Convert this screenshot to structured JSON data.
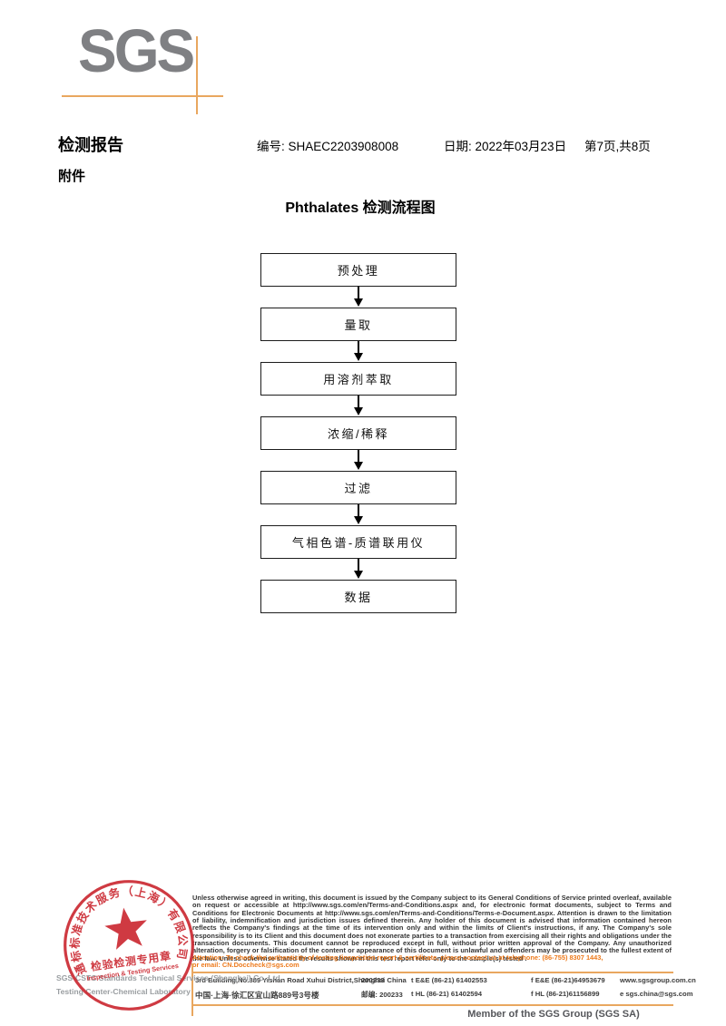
{
  "colors": {
    "logo_gray": "#7f8083",
    "accent_orange": "#e9a75f",
    "attention_orange": "#ed7a1c",
    "stamp_red": "#cb2a33"
  },
  "header": {
    "logo_text": "SGS",
    "report_title": "检测报告",
    "report_no": "编号: SHAEC2203908008",
    "date": "日期: 2022年03月23日",
    "page_info": "第7页,共8页",
    "attachment_label": "附件"
  },
  "flowchart": {
    "title": "Phthalates 检测流程图",
    "steps": [
      "预处理",
      "量取",
      "用溶剂萃取",
      "浓缩/稀释",
      "过滤",
      "气相色谱-质谱联用仪",
      "数据"
    ]
  },
  "stamp": {
    "ring_text": "通标标准技术服务（上海）有限公司",
    "center_line1": "检验检测专用章",
    "center_line2": "Inspection & Testing Services",
    "company_line1": "SGS-CSTC Standards Technical Services (Shanghai) Co.,Ltd.",
    "company_line2": "Testing Center-Chemical Laboratory"
  },
  "footer": {
    "legal_text": "Unless otherwise agreed in writing, this document is issued by the Company subject to its General Conditions of Service printed overleaf, available on request or accessible at http://www.sgs.com/en/Terms-and-Conditions.aspx and, for electronic format documents, subject to Terms and Conditions for Electronic Documents at http://www.sgs.com/en/Terms-and-Conditions/Terms-e-Document.aspx. Attention is drawn to the limitation of liability, indemnification and jurisdiction issues defined therein. Any holder of this document is advised that information contained hereon reflects the Company's findings at the time of its intervention only and within the limits of Client's instructions, if any. The Company's sole responsibility is to its Client and this document does not exonerate parties to a transaction from exercising all their rights and obligations under the transaction documents. This document cannot be reproduced except in full, without prior written approval of the Company. Any unauthorized alteration, forgery or falsification of the content or appearance of this document is unlawful and offenders may be prosecuted to the fullest extent of the law. Unless otherwise stated the results shown in this test report refer only to the sample(s) tested .",
    "attention_line1": "Attention: To check the authenticity of testing /inspection report & certificate, please contact us at telephone: (86-755) 8307 1443,",
    "attention_line2": "or email: CN.Doccheck@sgs.com",
    "address_en": "3rd Building,No.889 Yishan Road Xuhui District,Shanghai China",
    "address_en_postal": "200233",
    "address_cn": "中国·上海·徐汇区宜山路889号3号楼",
    "address_cn_postal": "邮编: 200233",
    "tel1": "t E&E (86-21) 61402553",
    "fax1": "f E&E (86-21)64953679",
    "web": "www.sgsgroup.com.cn",
    "tel2": "t HL (86-21) 61402594",
    "fax2": "f HL (86-21)61156899",
    "email": "e  sgs.china@sgs.com",
    "member_text": "Member of the SGS Group (SGS SA)"
  }
}
